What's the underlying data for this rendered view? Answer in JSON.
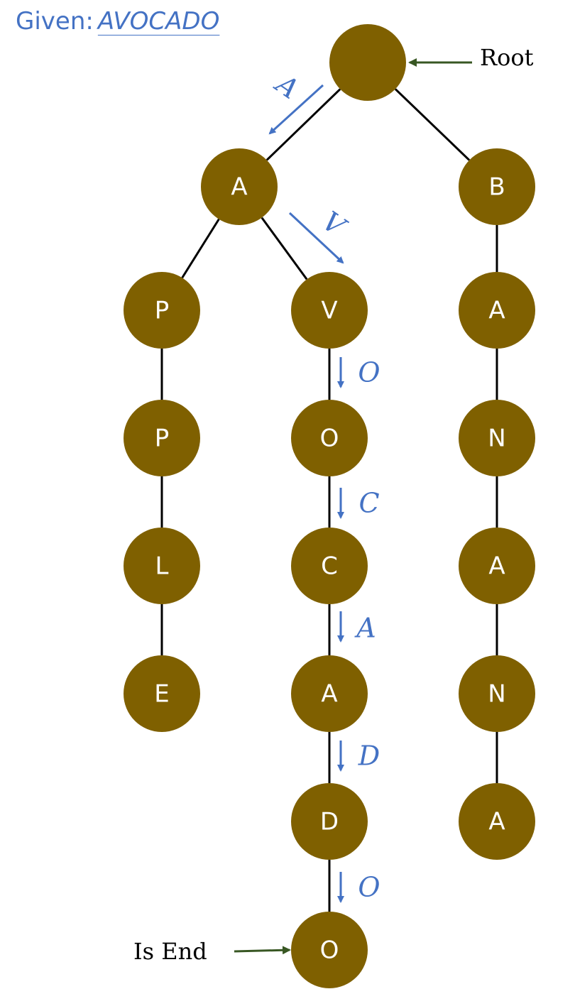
{
  "given": {
    "label": "Given:",
    "word": "AVOCADO"
  },
  "callouts": {
    "root": "Root",
    "is_end": "Is End"
  },
  "colors": {
    "node": "#7f6000",
    "edge": "#000000",
    "path_arrow": "#4472c4",
    "callout_arrow": "#385723",
    "node_text": "#ffffff"
  },
  "nodes": [
    {
      "id": "root",
      "label": ""
    },
    {
      "id": "a",
      "label": "A"
    },
    {
      "id": "b",
      "label": "B"
    },
    {
      "id": "p1",
      "label": "P"
    },
    {
      "id": "v",
      "label": "V"
    },
    {
      "id": "ba",
      "label": "A"
    },
    {
      "id": "p2",
      "label": "P"
    },
    {
      "id": "o",
      "label": "O"
    },
    {
      "id": "ban",
      "label": "N"
    },
    {
      "id": "l",
      "label": "L"
    },
    {
      "id": "c",
      "label": "C"
    },
    {
      "id": "bana",
      "label": "A"
    },
    {
      "id": "e",
      "label": "E"
    },
    {
      "id": "ca",
      "label": "A"
    },
    {
      "id": "banan",
      "label": "N"
    },
    {
      "id": "d",
      "label": "D"
    },
    {
      "id": "banana",
      "label": "A"
    },
    {
      "id": "o_end",
      "label": "O"
    }
  ],
  "edges": [
    [
      "root",
      "a"
    ],
    [
      "root",
      "b"
    ],
    [
      "a",
      "p1"
    ],
    [
      "a",
      "v"
    ],
    [
      "b",
      "ba"
    ],
    [
      "p1",
      "p2"
    ],
    [
      "p2",
      "l"
    ],
    [
      "l",
      "e"
    ],
    [
      "v",
      "o"
    ],
    [
      "o",
      "c"
    ],
    [
      "c",
      "ca"
    ],
    [
      "ca",
      "d"
    ],
    [
      "d",
      "o_end"
    ],
    [
      "ba",
      "ban"
    ],
    [
      "ban",
      "bana"
    ],
    [
      "bana",
      "banan"
    ],
    [
      "banan",
      "banana"
    ]
  ],
  "path_steps": [
    "A",
    "V",
    "O",
    "C",
    "A",
    "D",
    "O"
  ]
}
